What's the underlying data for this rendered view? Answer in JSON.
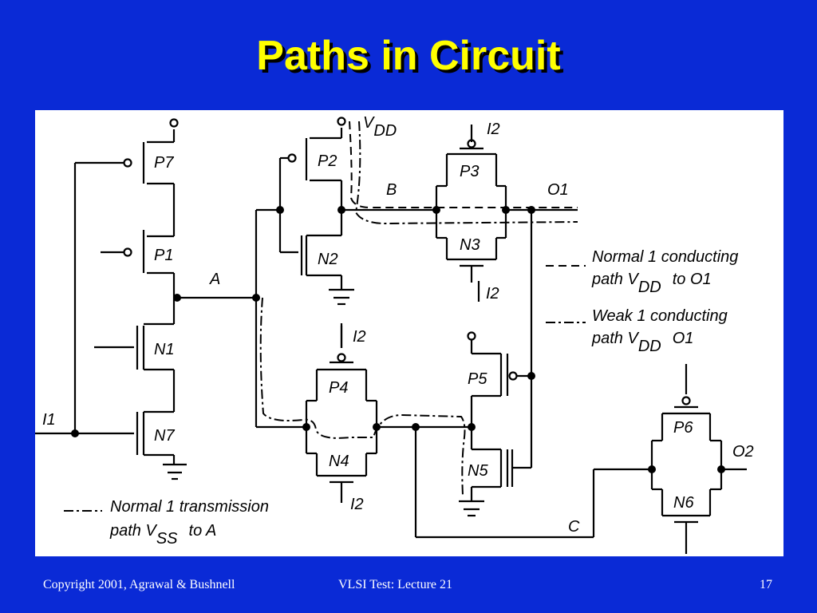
{
  "slide": {
    "title": "Paths in Circuit",
    "footer_copyright": "Copyright 2001, Agrawal & Bushnell",
    "footer_lecture": "VLSI Test: Lecture 21",
    "footer_page": "17"
  },
  "colors": {
    "background": "#0a2ad6",
    "title": "#ffff00",
    "title_shadow": "#000000",
    "panel": "#ffffff",
    "ink": "#000000"
  },
  "transistors": {
    "p7": "P7",
    "p1": "P1",
    "n1": "N1",
    "n7": "N7",
    "p2": "P2",
    "n2": "N2",
    "p3": "P3",
    "n3": "N3",
    "p4": "P4",
    "n4": "N4",
    "p5": "P5",
    "n5": "N5",
    "p6": "P6",
    "n6": "N6"
  },
  "nodes": {
    "a": "A",
    "b": "B",
    "c": "C",
    "i1": "I1",
    "i2": "I2",
    "o1": "O1",
    "o2": "O2",
    "vdd_main": "V",
    "vdd_sub": "DD"
  },
  "legend": {
    "normal1_line1": "Normal 1 conducting",
    "normal1_line2_pre": "path V",
    "normal1_line2_sub": "DD",
    "normal1_line2_post": "to O1",
    "weak1_line1": "Weak 1 conducting",
    "weak1_line2_pre": "path V",
    "weak1_line2_sub": "DD",
    "weak1_line2_post": "O1",
    "trans_line1": "Normal 1 transmission",
    "trans_line2_pre": "path V",
    "trans_line2_sub": "SS",
    "trans_line2_post": "to A"
  }
}
